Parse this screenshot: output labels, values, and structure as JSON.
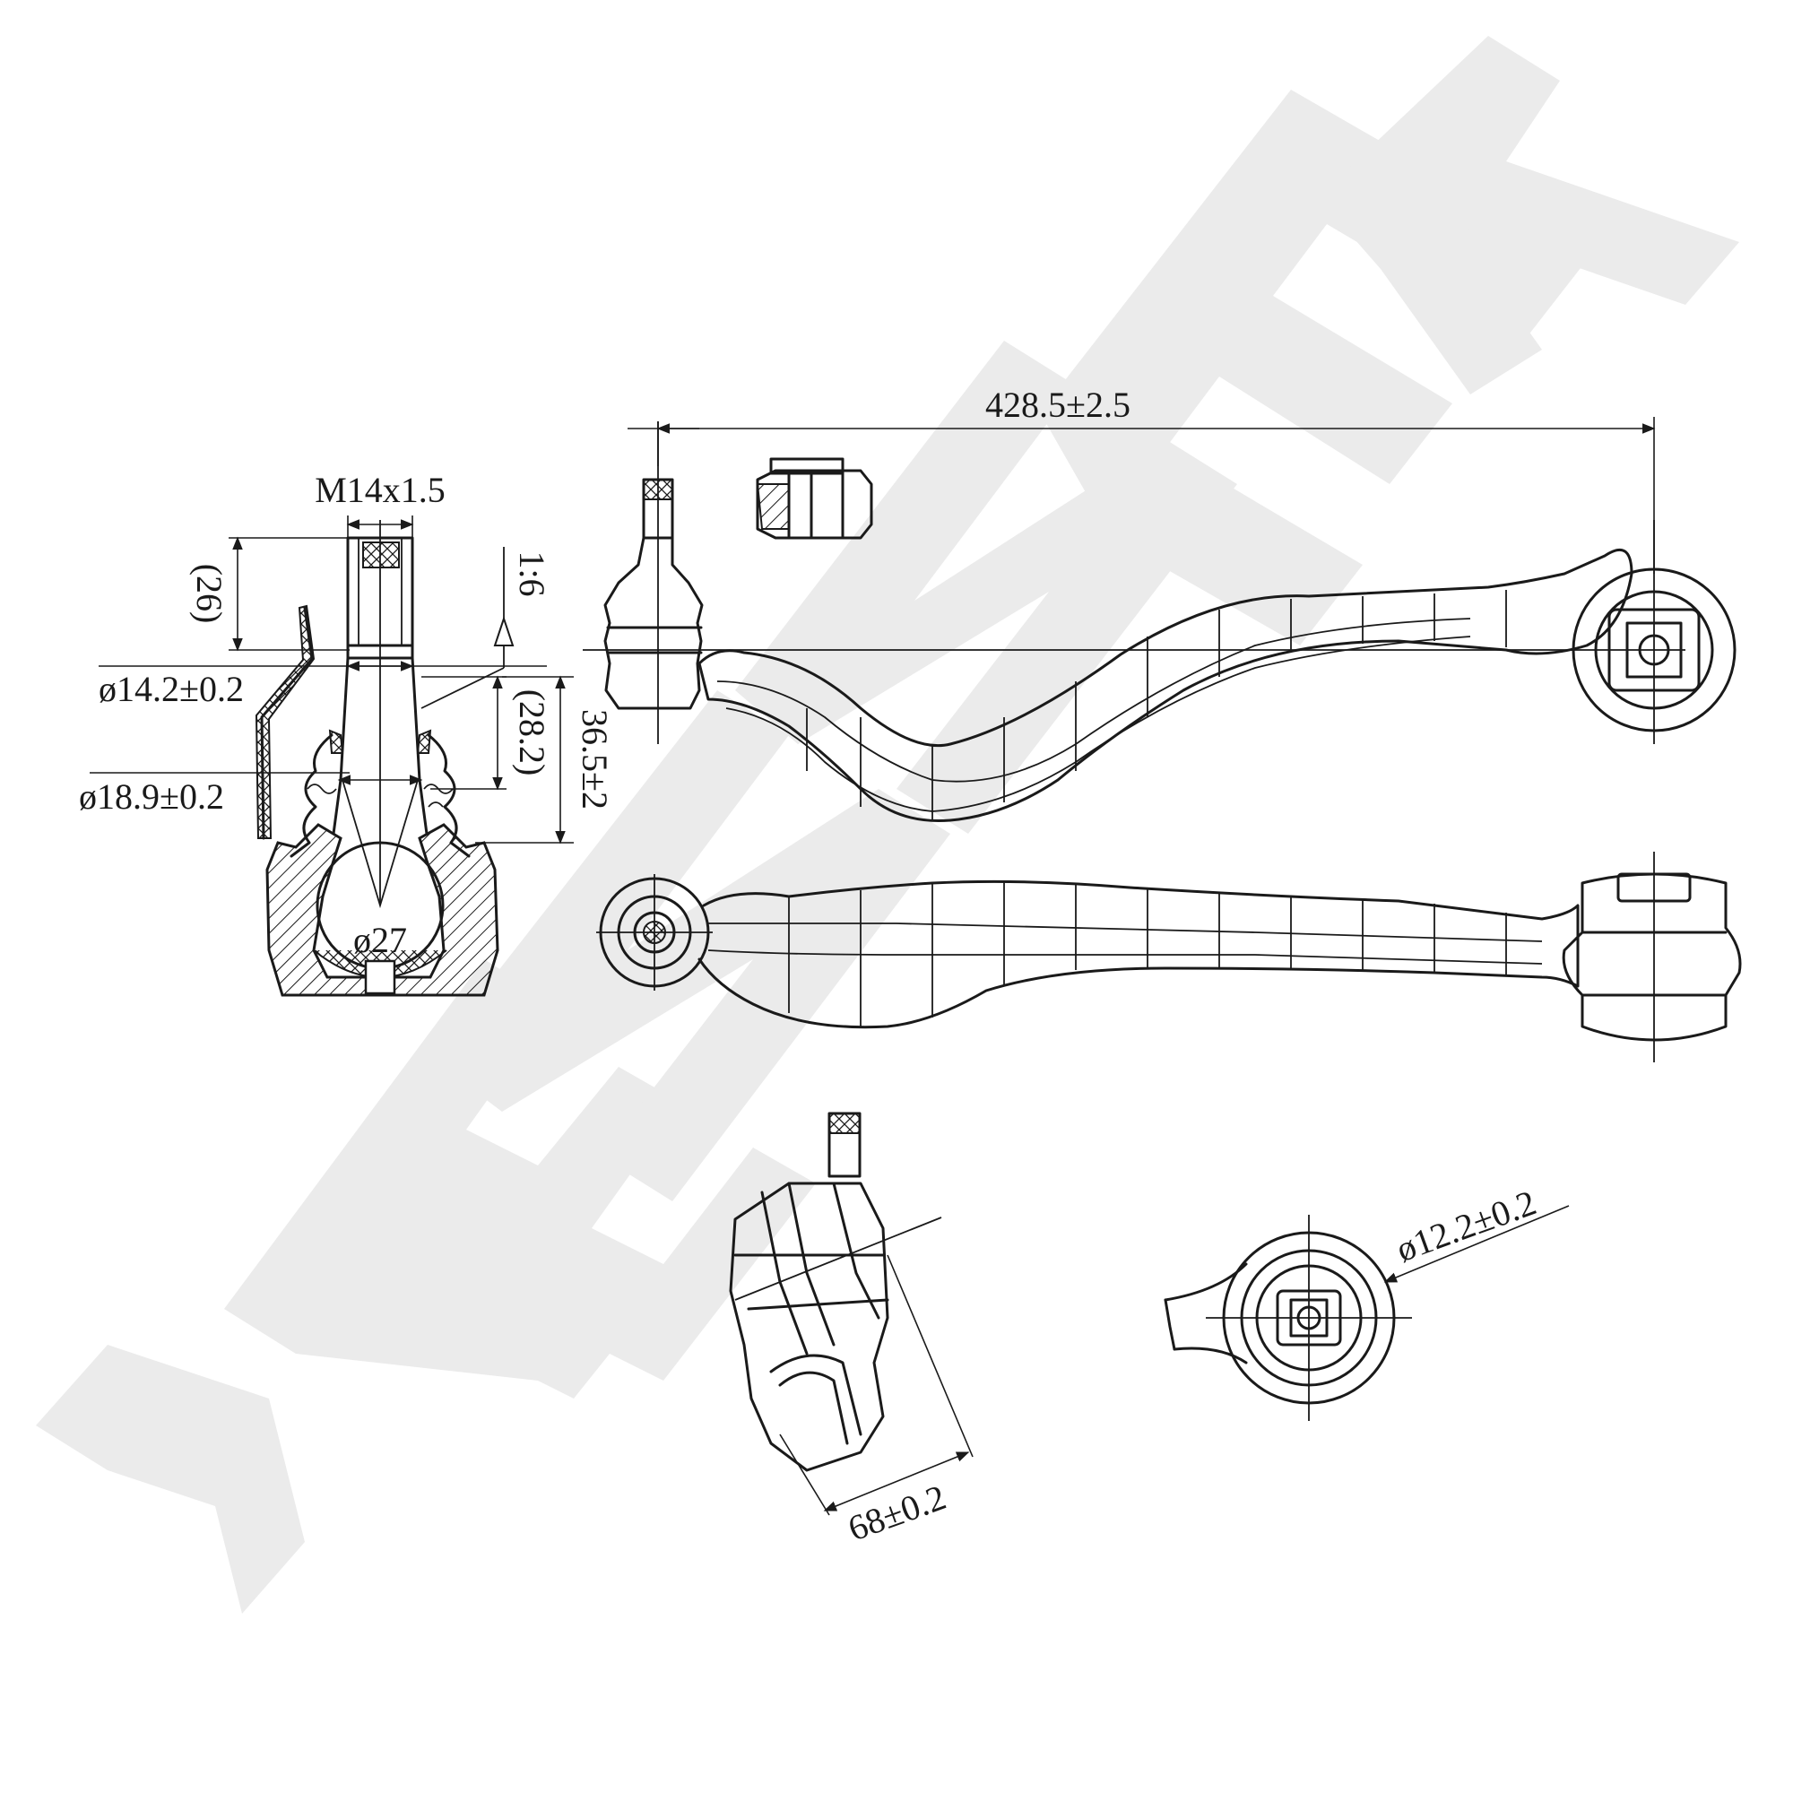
{
  "watermark": {
    "text": "ZENNEK",
    "color": "#ebebeb"
  },
  "dimensions": {
    "overall_length": "428.5±2.5",
    "thread": "M14x1.5",
    "taper_ratio": "1:6",
    "thread_length": "(26)",
    "taper_diameter": "ø14.2±0.2",
    "boot_diameter": "ø18.9±0.2",
    "taper_length": "(28.2)",
    "stud_height": "36.5±2",
    "ball_diameter": "ø27",
    "bushing_bore": "ø12.2±0.2",
    "bushing_width": "68±0.2"
  },
  "icons": [
    "ball-joint-section-view",
    "castle-nut-icon",
    "control-arm-top-view",
    "control-arm-side-view",
    "ball-joint-end-view",
    "bushing-end-view"
  ]
}
